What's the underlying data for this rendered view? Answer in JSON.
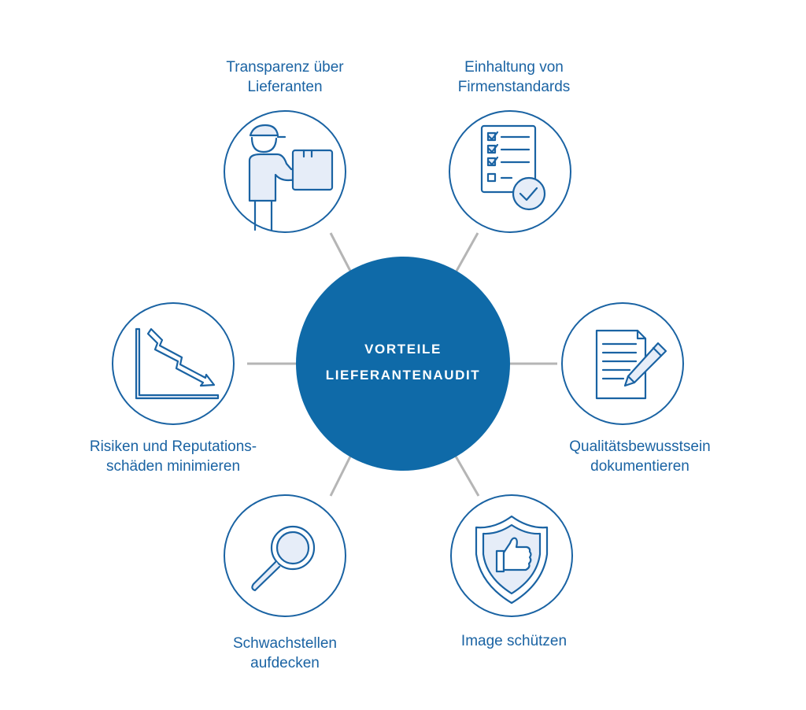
{
  "center": {
    "line1": "VORTEILE",
    "line2": "LIEFERANTENAUDIT"
  },
  "benefits": {
    "transparency": {
      "line1": "Transparenz über",
      "line2": "Lieferanten",
      "icon": "delivery-worker-icon"
    },
    "standards": {
      "line1": "Einhaltung von",
      "line2": "Firmenstandards",
      "icon": "checklist-icon"
    },
    "quality": {
      "line1": "Qualitätsbewusstsein",
      "line2": "dokumentieren",
      "icon": "document-pencil-icon"
    },
    "image": {
      "line1": "Image schützen",
      "icon": "shield-thumbs-up-icon"
    },
    "weaknesses": {
      "line1": "Schwachstellen",
      "line2": "aufdecken",
      "icon": "magnifier-icon"
    },
    "risks": {
      "line1": "Risiken und Reputations-",
      "line2": "schäden minimieren",
      "icon": "declining-chart-icon"
    }
  },
  "colors": {
    "primary": "#1a63a3",
    "center_fill": "#0f6aa8",
    "connector": "#b5b5b5",
    "icon_fill": "#e6edf8"
  }
}
